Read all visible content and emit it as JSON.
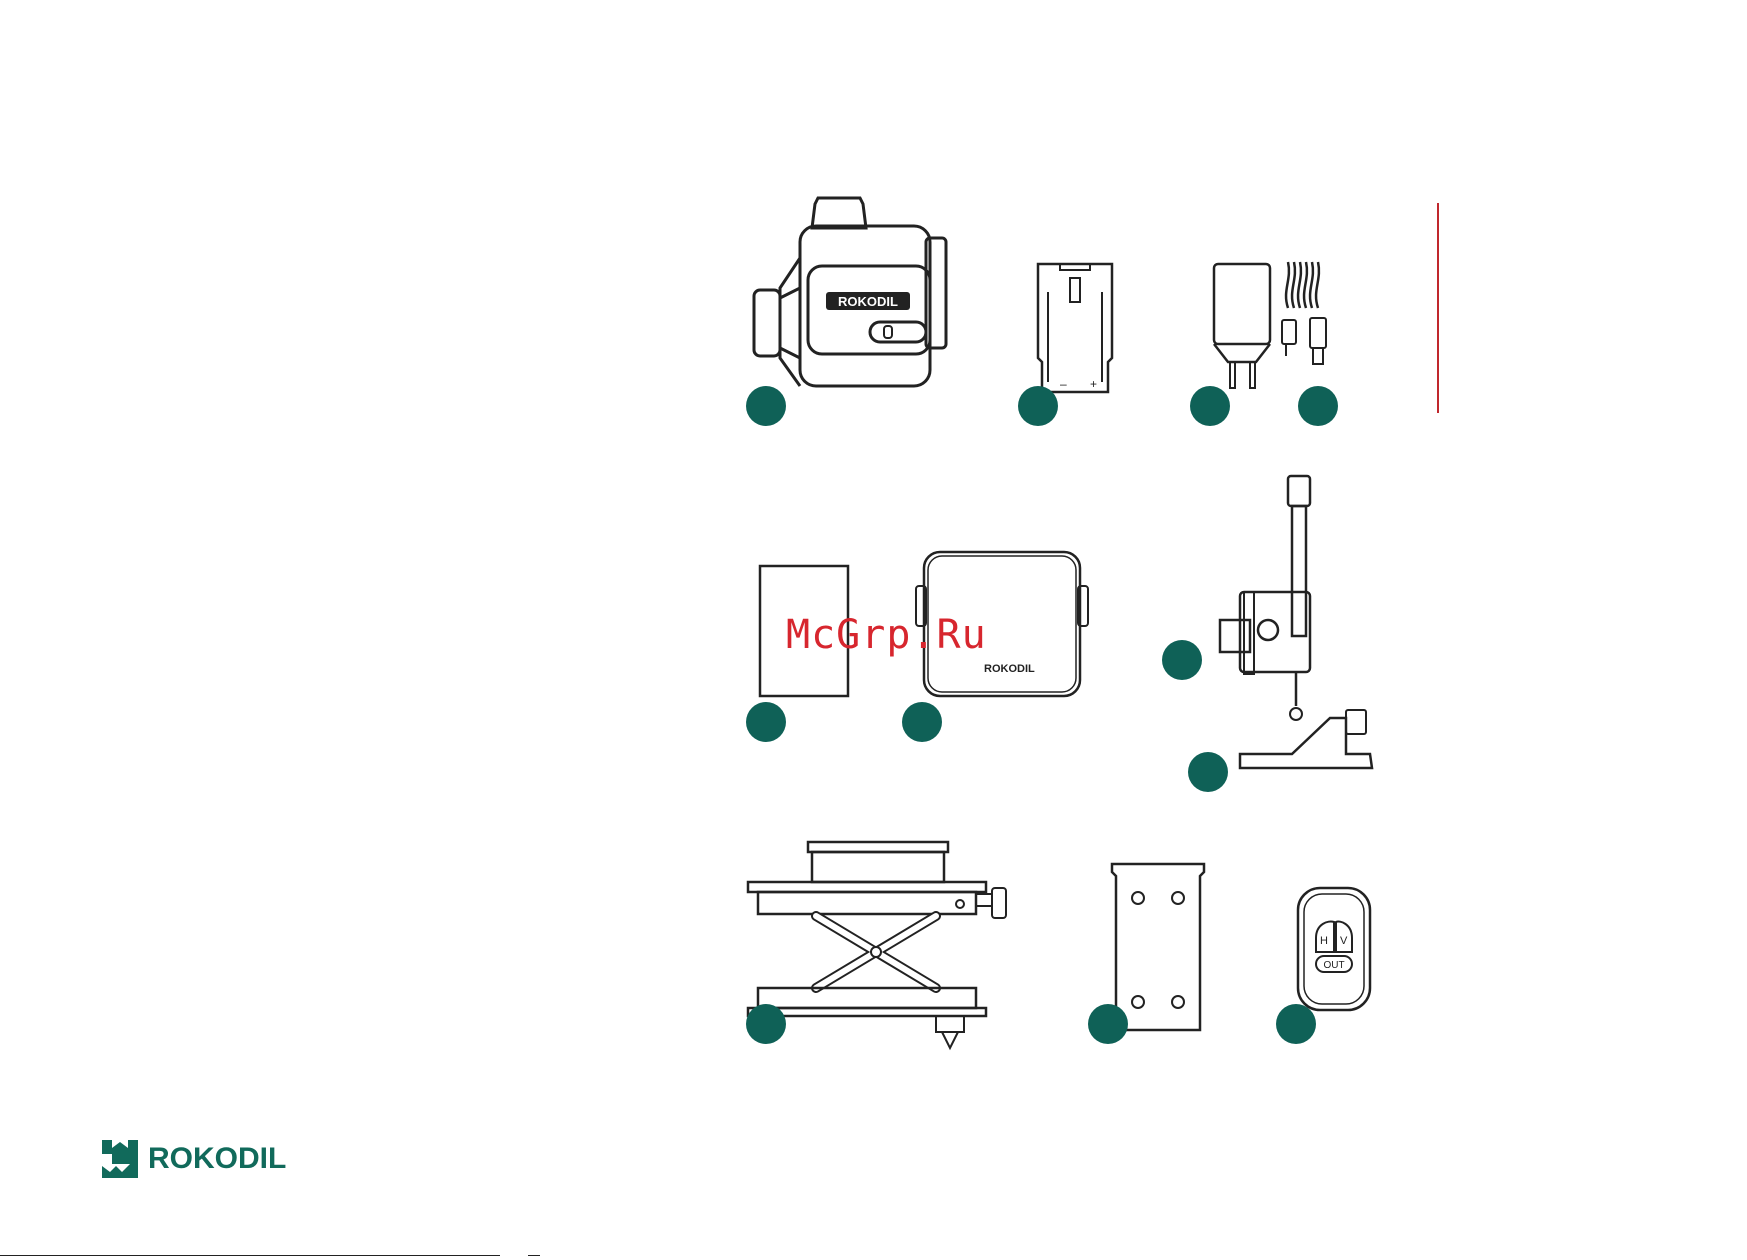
{
  "brand": {
    "name": "ROKODIL",
    "color": "#116a5b"
  },
  "watermark": "McGrp.Ru",
  "badge_color": "#0f6157",
  "accent_rule_color": "#c0282d",
  "items": {
    "laser_label": "ROKODIL",
    "battery_minus": "–",
    "battery_plus": "+",
    "bag_label": "ROKODIL",
    "remote_h": "H",
    "remote_v": "V",
    "remote_out": "OUT"
  }
}
